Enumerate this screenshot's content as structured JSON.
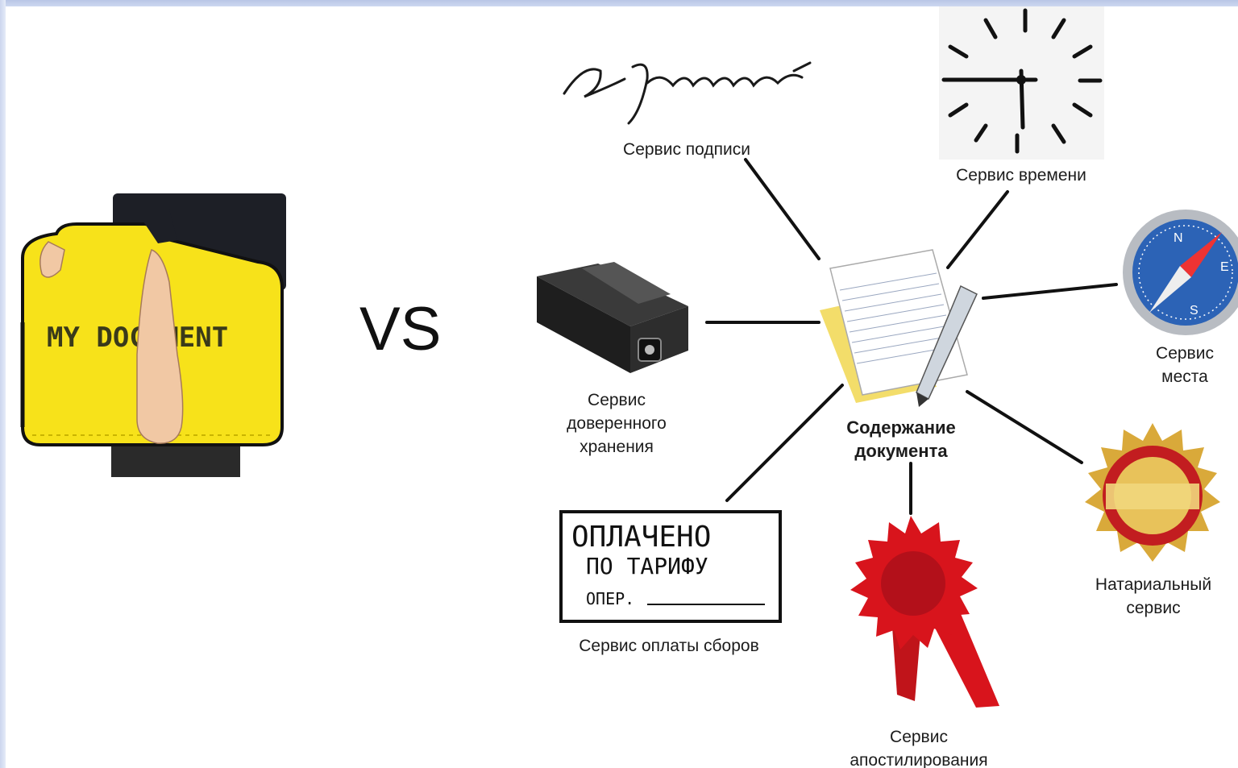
{
  "left": {
    "bag_text": "MY DOCUMENT"
  },
  "vs": "VS",
  "center": {
    "title": "Содержание документа",
    "lines": [
      "Содержание",
      "документа"
    ]
  },
  "services": {
    "signature": {
      "lines": [
        "Сервис подписи"
      ],
      "signature_text": "А Пушкин"
    },
    "time": {
      "lines": [
        "Сервис времени"
      ]
    },
    "location": {
      "lines": [
        "Сервис",
        "места"
      ],
      "compass_letters": [
        "N",
        "E",
        "S"
      ]
    },
    "storage": {
      "lines": [
        "Сервис",
        "доверенного",
        "хранения"
      ]
    },
    "notary": {
      "lines": [
        "Натариальный",
        "сервис"
      ]
    },
    "payment": {
      "lines": [
        "Сервис оплаты сборов"
      ],
      "stamp_lines": [
        "ОПЛАЧЕНО",
        "ПО ТАРИФУ",
        "ОПЕР."
      ]
    },
    "apostille": {
      "lines": [
        "Сервис",
        "апостилирования"
      ]
    }
  },
  "colors": {
    "bag_yellow": "#f7e21a",
    "seal_red": "#d8141c",
    "notary_gold": "#d9a93a",
    "compass_blue": "#2c63b6",
    "border_blue": "#c6d2ee"
  }
}
